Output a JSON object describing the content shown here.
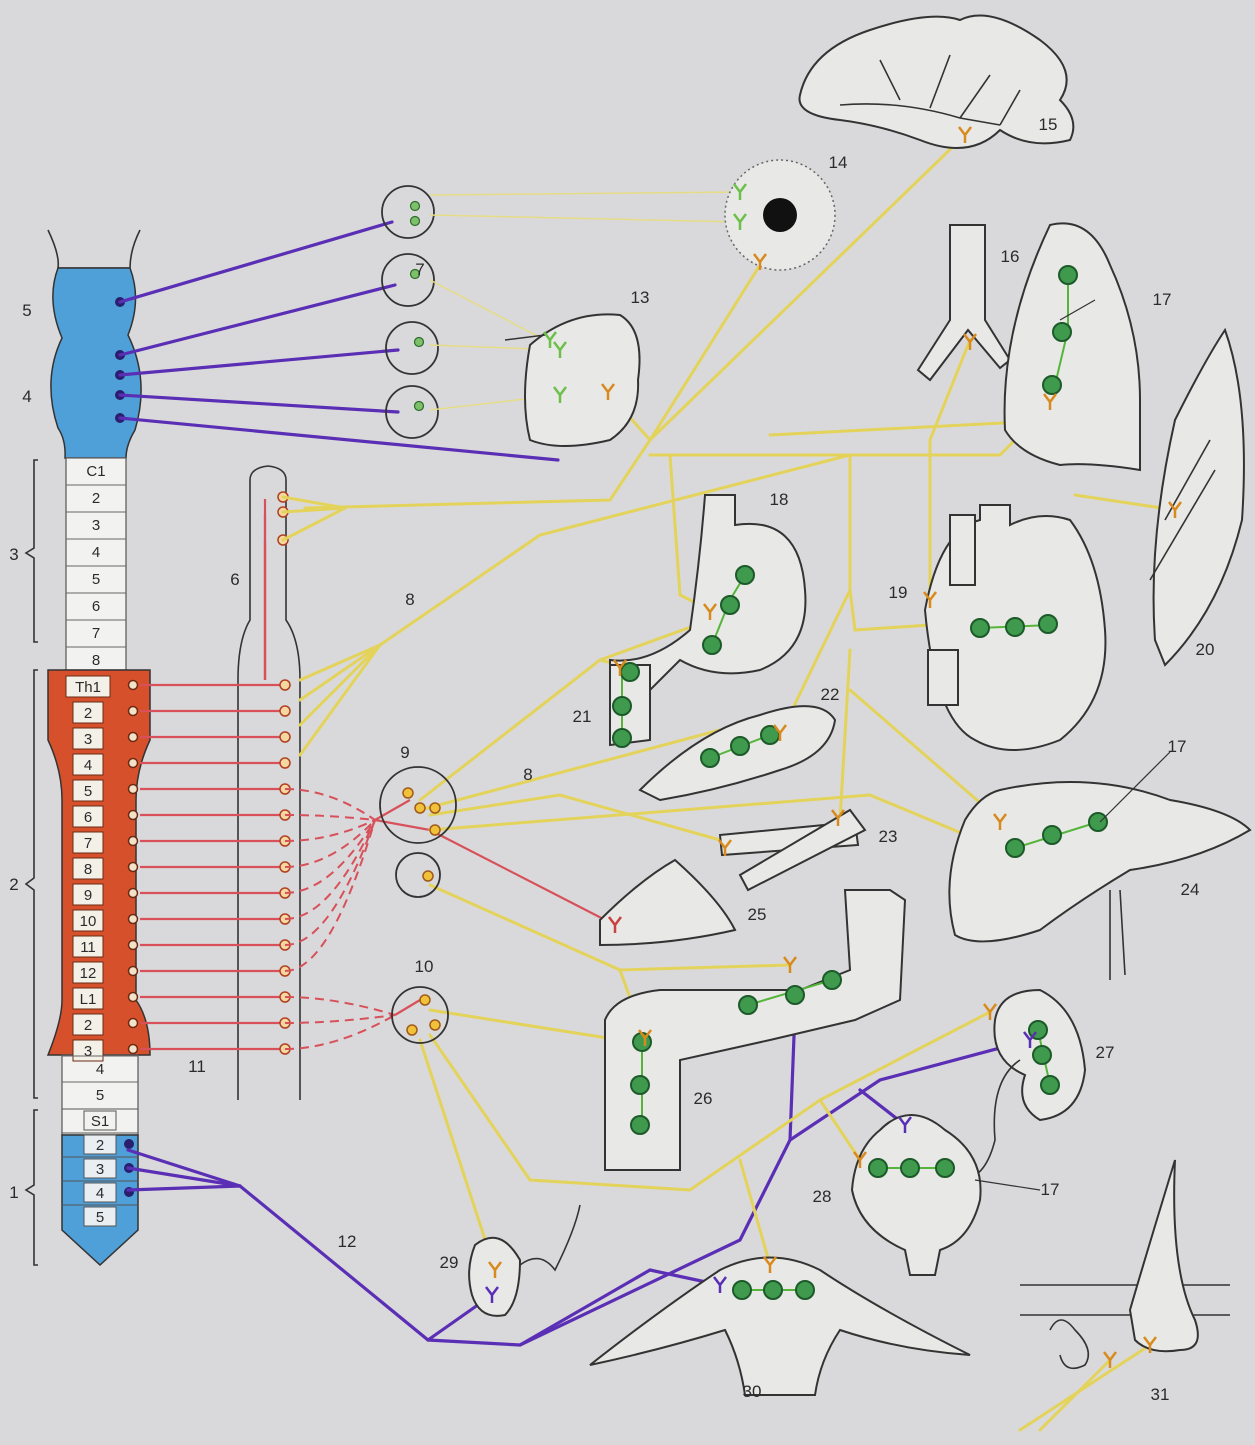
{
  "spinal_labels": {
    "sacral": [
      "S1",
      "2",
      "3",
      "4",
      "5"
    ],
    "cervical": [
      "C1",
      "2",
      "3",
      "4",
      "5",
      "6",
      "7",
      "8"
    ],
    "thoracic_lumbar": [
      "Th1",
      "2",
      "3",
      "4",
      "5",
      "6",
      "7",
      "8",
      "9",
      "10",
      "11",
      "12",
      "L1",
      "2",
      "3"
    ],
    "lumbar_plain": [
      "4",
      "5"
    ]
  },
  "region_numbers": [
    "5",
    "4",
    "3",
    "2",
    "1"
  ],
  "callouts": [
    "6",
    "7",
    "8",
    "8",
    "9",
    "10",
    "11",
    "12",
    "13",
    "14",
    "15",
    "16",
    "17",
    "17",
    "17",
    "18",
    "19",
    "20",
    "21",
    "22",
    "23",
    "24",
    "25",
    "26",
    "27",
    "28",
    "29",
    "30",
    "31"
  ],
  "colors": {
    "parasympathetic_brain": "#4f9fd8",
    "sympathetic_segments": "#d6512b",
    "parasympathetic_fibers": "#5a2fb5",
    "sympathetic_preganglionic": "#d8505a",
    "postganglionic": "#e4d35a",
    "ganglion_cells": "#3f9a4e"
  }
}
